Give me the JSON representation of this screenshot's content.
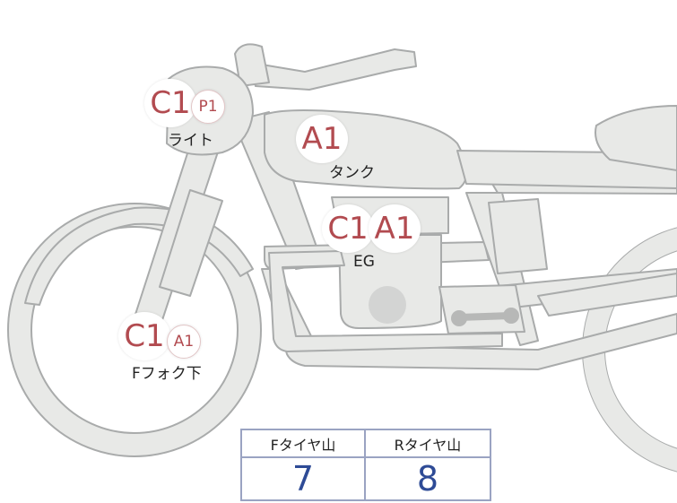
{
  "parts": {
    "light": {
      "grades": [
        "C1",
        "P1"
      ],
      "label": "ライト"
    },
    "tank": {
      "grades": [
        "A1"
      ],
      "label": "タンク"
    },
    "engine": {
      "grades": [
        "C1",
        "A1"
      ],
      "label": "EG"
    },
    "front_fork": {
      "grades": [
        "C1",
        "A1"
      ],
      "label": "Fフォク下"
    }
  },
  "tire_table": {
    "headers": [
      "Fタイヤ山",
      "Rタイヤ山"
    ],
    "values": [
      "7",
      "8"
    ]
  },
  "colors": {
    "grade_text": "#b24b50",
    "tire_value": "#2e4b96",
    "bike_fill": "#e8e9e7",
    "bike_stroke": "#a9abab"
  }
}
